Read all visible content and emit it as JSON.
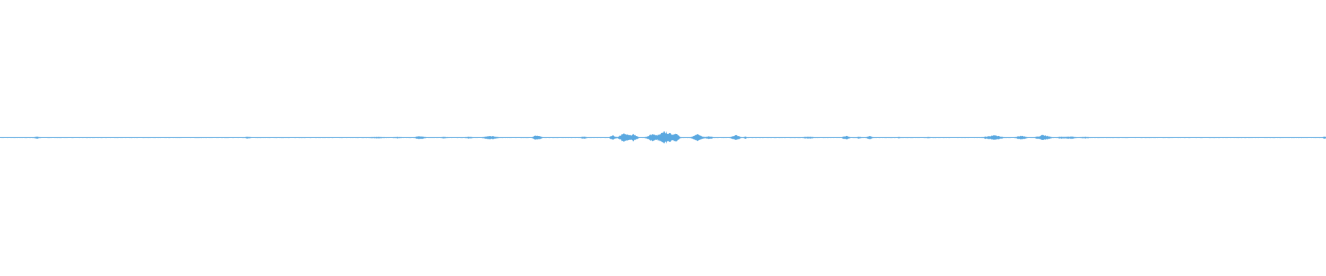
{
  "waveform": {
    "color": "#5aa8e0",
    "background": "#ffffff",
    "baseline_level": 0.006,
    "bursts": [
      {
        "center": 0.028,
        "width": 0.004,
        "amp": 0.18
      },
      {
        "center": 0.187,
        "width": 0.004,
        "amp": 0.16
      },
      {
        "center": 0.285,
        "width": 0.01,
        "amp": 0.14
      },
      {
        "center": 0.3,
        "width": 0.006,
        "amp": 0.12
      },
      {
        "center": 0.317,
        "width": 0.006,
        "amp": 0.26
      },
      {
        "center": 0.335,
        "width": 0.006,
        "amp": 0.12
      },
      {
        "center": 0.354,
        "width": 0.006,
        "amp": 0.14
      },
      {
        "center": 0.37,
        "width": 0.008,
        "amp": 0.28
      },
      {
        "center": 0.405,
        "width": 0.005,
        "amp": 0.38
      },
      {
        "center": 0.44,
        "width": 0.004,
        "amp": 0.18
      },
      {
        "center": 0.462,
        "width": 0.003,
        "amp": 0.4
      },
      {
        "center": 0.471,
        "width": 0.006,
        "amp": 0.7
      },
      {
        "center": 0.478,
        "width": 0.004,
        "amp": 0.55
      },
      {
        "center": 0.492,
        "width": 0.006,
        "amp": 0.55
      },
      {
        "center": 0.502,
        "width": 0.008,
        "amp": 1.0
      },
      {
        "center": 0.51,
        "width": 0.004,
        "amp": 0.55
      },
      {
        "center": 0.526,
        "width": 0.006,
        "amp": 0.52
      },
      {
        "center": 0.535,
        "width": 0.004,
        "amp": 0.24
      },
      {
        "center": 0.555,
        "width": 0.005,
        "amp": 0.4
      },
      {
        "center": 0.562,
        "width": 0.002,
        "amp": 0.18
      },
      {
        "center": 0.61,
        "width": 0.008,
        "amp": 0.16
      },
      {
        "center": 0.638,
        "width": 0.004,
        "amp": 0.3
      },
      {
        "center": 0.648,
        "width": 0.003,
        "amp": 0.18
      },
      {
        "center": 0.656,
        "width": 0.004,
        "amp": 0.26
      },
      {
        "center": 0.678,
        "width": 0.003,
        "amp": 0.12
      },
      {
        "center": 0.7,
        "width": 0.003,
        "amp": 0.12
      },
      {
        "center": 0.749,
        "width": 0.01,
        "amp": 0.36
      },
      {
        "center": 0.77,
        "width": 0.006,
        "amp": 0.3
      },
      {
        "center": 0.787,
        "width": 0.008,
        "amp": 0.42
      },
      {
        "center": 0.8,
        "width": 0.004,
        "amp": 0.18
      },
      {
        "center": 0.807,
        "width": 0.006,
        "amp": 0.22
      },
      {
        "center": 0.818,
        "width": 0.006,
        "amp": 0.14
      },
      {
        "center": 0.999,
        "width": 0.002,
        "amp": 0.18
      }
    ]
  }
}
